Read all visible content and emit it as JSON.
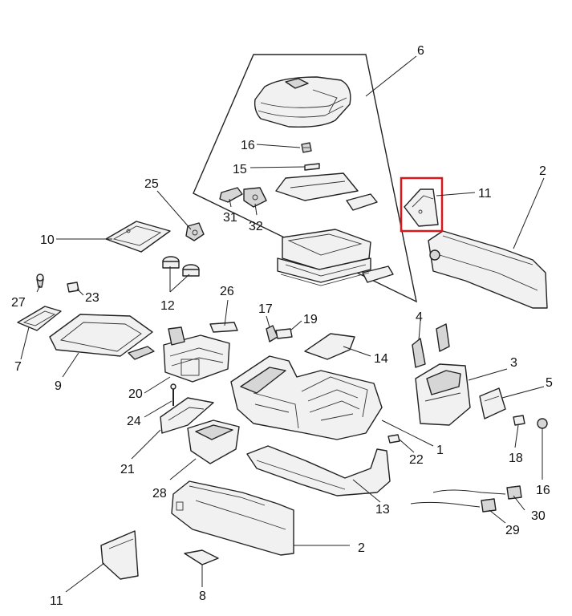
{
  "diagram": {
    "highlight_color": "#d9181c",
    "highlighted_part": "11",
    "callouts": [
      {
        "id": "c1",
        "label": "1"
      },
      {
        "id": "c2a",
        "label": "2"
      },
      {
        "id": "c2b",
        "label": "2"
      },
      {
        "id": "c3",
        "label": "3"
      },
      {
        "id": "c4",
        "label": "4"
      },
      {
        "id": "c5",
        "label": "5"
      },
      {
        "id": "c6",
        "label": "6"
      },
      {
        "id": "c7",
        "label": "7"
      },
      {
        "id": "c8",
        "label": "8"
      },
      {
        "id": "c9",
        "label": "9"
      },
      {
        "id": "c10",
        "label": "10"
      },
      {
        "id": "c11a",
        "label": "11"
      },
      {
        "id": "c11b",
        "label": "11"
      },
      {
        "id": "c12",
        "label": "12"
      },
      {
        "id": "c13",
        "label": "13"
      },
      {
        "id": "c14",
        "label": "14"
      },
      {
        "id": "c15",
        "label": "15"
      },
      {
        "id": "c16a",
        "label": "16"
      },
      {
        "id": "c16b",
        "label": "16"
      },
      {
        "id": "c17",
        "label": "17"
      },
      {
        "id": "c18",
        "label": "18"
      },
      {
        "id": "c19",
        "label": "19"
      },
      {
        "id": "c20",
        "label": "20"
      },
      {
        "id": "c21",
        "label": "21"
      },
      {
        "id": "c22",
        "label": "22"
      },
      {
        "id": "c23",
        "label": "23"
      },
      {
        "id": "c24",
        "label": "24"
      },
      {
        "id": "c25",
        "label": "25"
      },
      {
        "id": "c26",
        "label": "26"
      },
      {
        "id": "c27",
        "label": "27"
      },
      {
        "id": "c28",
        "label": "28"
      },
      {
        "id": "c29",
        "label": "29"
      },
      {
        "id": "c30",
        "label": "30"
      },
      {
        "id": "c31",
        "label": "31"
      },
      {
        "id": "c32",
        "label": "32"
      }
    ]
  }
}
